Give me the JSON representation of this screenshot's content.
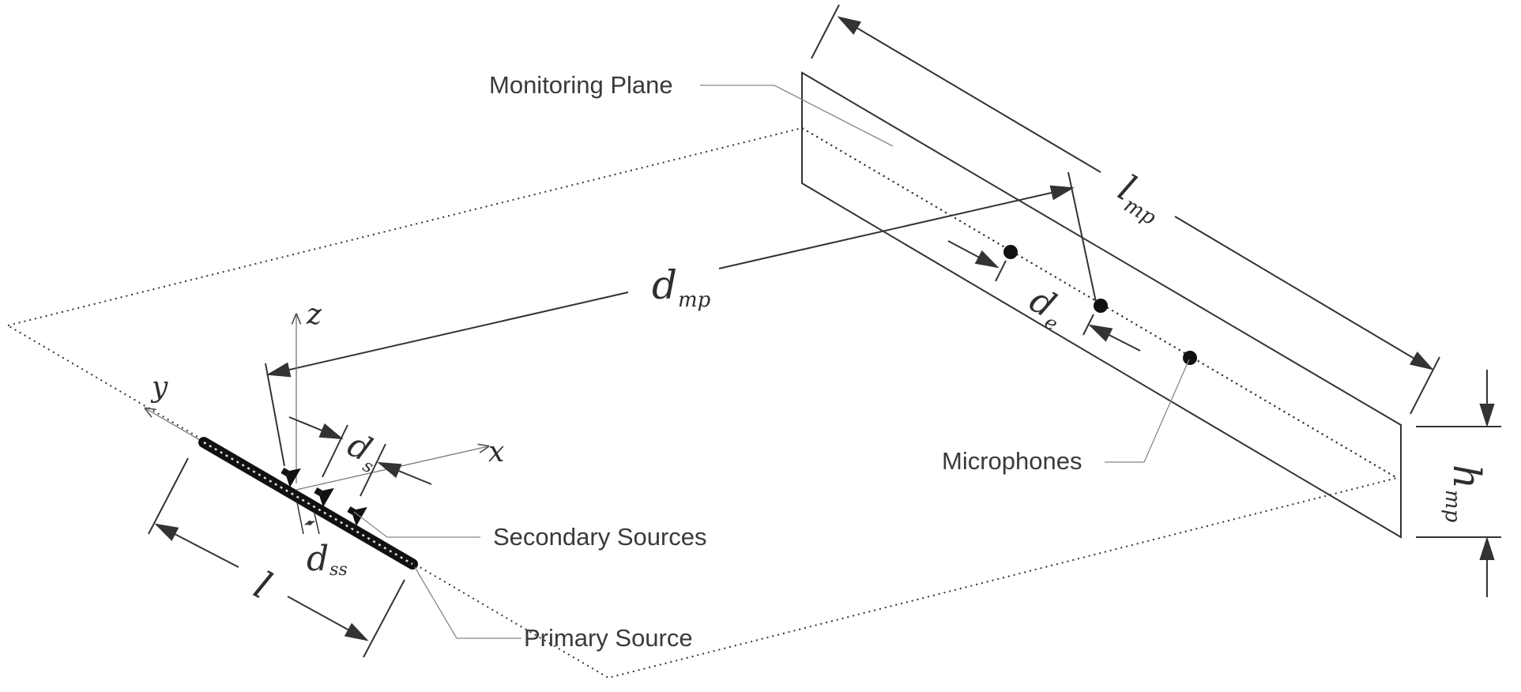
{
  "labels": {
    "monitoring_plane": "Monitoring Plane",
    "microphones": "Microphones",
    "secondary_sources": "Secondary Sources",
    "primary_source": "Primary Source"
  },
  "symbols": {
    "d_mp": {
      "base": "d",
      "sub": "mp"
    },
    "l_mp": {
      "base": "l",
      "sub": "mp"
    },
    "h_mp": {
      "base": "h",
      "sub": "mp"
    },
    "d_e": {
      "base": "d",
      "sub": "e"
    },
    "d_s": {
      "base": "d",
      "sub": "s"
    },
    "d_ss": {
      "base": "d",
      "sub": "ss"
    },
    "l": "l",
    "axis_x": "x",
    "axis_y": "y",
    "axis_z": "z"
  }
}
